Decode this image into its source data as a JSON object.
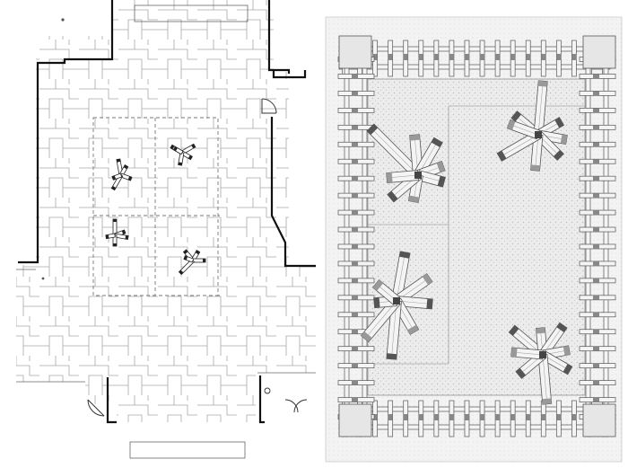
{
  "figure": {
    "panels": [
      {
        "id": "site-plan",
        "view": "plan",
        "clusters": 4
      },
      {
        "id": "canopy-plan",
        "view": "roof-plan",
        "clusters": 4
      }
    ]
  },
  "colors": {
    "paper": "#ffffff",
    "paving-line": "#9a9a9a",
    "wall": "#111111",
    "dash": "#777777",
    "texture": "#d9d9d9",
    "timber": "#f4f4f4",
    "timber-edge": "#555555",
    "joint": "#444444"
  }
}
